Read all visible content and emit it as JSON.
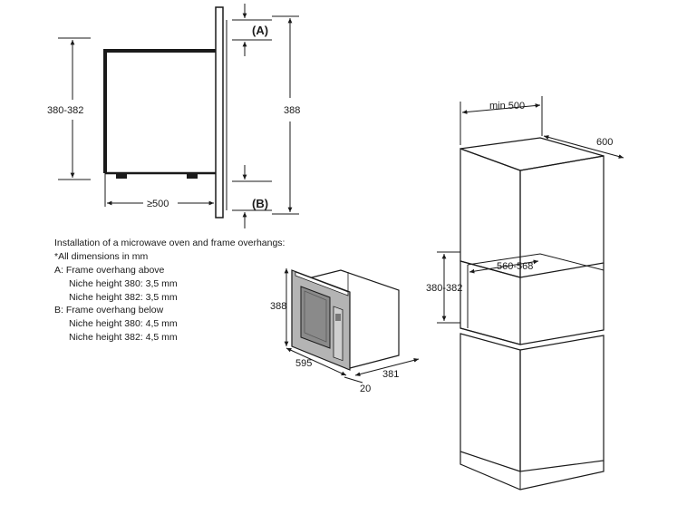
{
  "side_view": {
    "height_range": "380-382",
    "total_height": "388",
    "depth_min": "≥500",
    "label_above": "(A)",
    "label_below": "(B)"
  },
  "caption": {
    "title": "Installation of a microwave oven and frame overhangs:",
    "note": "*All dimensions in mm",
    "a_heading": "A: Frame overhang above",
    "a_line1": "Niche height 380: 3,5 mm",
    "a_line2": "Niche height 382: 3,5 mm",
    "b_heading": "B: Frame overhang below",
    "b_line1": "Niche height 380: 4,5 mm",
    "b_line2": "Niche height 382: 4,5 mm"
  },
  "microwave": {
    "height": "388",
    "width": "595",
    "depth": "381",
    "frame": "20"
  },
  "cabinet": {
    "min_width": "min 500",
    "depth": "600",
    "niche_width": "560-568",
    "niche_height": "380-382"
  },
  "colors": {
    "line": "#1a1a1a",
    "door_fill": "#b4b4b4",
    "window_fill": "#8a8a8a"
  }
}
